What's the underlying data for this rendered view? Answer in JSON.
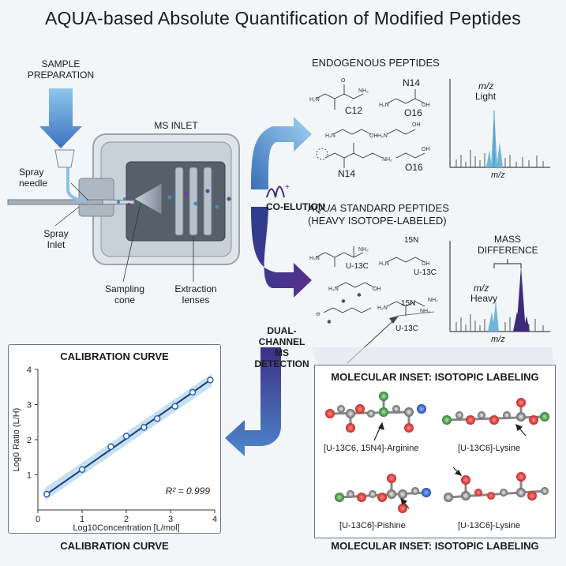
{
  "title": "AQUA-based Absolute Quantification of Modified Peptides",
  "sample_prep": {
    "line1": "SAMPLE",
    "line2": "PREPARATION"
  },
  "ms_inlet": "MS INLET",
  "spray_needle": {
    "line1": "Spray",
    "line2": "needle"
  },
  "spray_inlet": {
    "line1": "Spray",
    "line2": "Inlet"
  },
  "sampling_cone": {
    "line1": "Sampling",
    "line2": "cone"
  },
  "extraction_lenses": {
    "line1": "Extraction",
    "line2": "lenses"
  },
  "co_elution": "CO-ELUTION",
  "endogenous": {
    "title": "ENDOGENOUS PEPTIDES",
    "labels": [
      "C12",
      "N14",
      "O16",
      "N14",
      "O16"
    ],
    "spectrum": {
      "mz_label": "m/z",
      "light_label": "Light",
      "axis_label": "m/z"
    }
  },
  "aqua": {
    "title_italic": "AQUA",
    "title_rest": " STANDARD PEPTIDES",
    "subtitle": "(HEAVY ISOTOPE-LABELED)",
    "labels": [
      "U-13C",
      "15N",
      "U-13C",
      "15N",
      "U-13C"
    ],
    "spectrum": {
      "mass_line1": "MASS",
      "mass_line2": "DIFFERENCE",
      "mz_label": "m/z",
      "heavy_label": "Heavy",
      "axis_label": "m/z"
    }
  },
  "detection": {
    "line1": "DUAL-CHANNEL",
    "line2": "MS DETECTION"
  },
  "calibration": {
    "title": "CALIBRATION CURVE",
    "bottom_title": "CALIBRATION CURVE",
    "r2": "R² = 0.999",
    "xlabel": "Log10Concentration [L/mol]",
    "ylabel": "Log0 Ratio (L/H)"
  },
  "chart_data": {
    "type": "scatter",
    "title": "CALIBRATION CURVE",
    "xlabel": "Log10Concentration [L/mol]",
    "ylabel": "Log0 Ratio (L/H)",
    "xlim": [
      0,
      4
    ],
    "ylim": [
      0,
      4
    ],
    "xticks": [
      0,
      1,
      2,
      3,
      4
    ],
    "yticks": [
      1,
      2,
      3,
      4
    ],
    "series": [
      {
        "x": [
          0.2,
          1.0,
          1.65,
          2.0,
          2.4,
          2.7,
          3.1,
          3.5,
          3.9
        ],
        "y": [
          0.45,
          1.15,
          1.8,
          2.1,
          2.35,
          2.6,
          2.95,
          3.35,
          3.7
        ]
      }
    ],
    "annotation": "R² = 0.999",
    "grid": false
  },
  "molecular_inset": {
    "title": "MOLECULAR INSET: ISOTOPIC LABELING",
    "bottom_title": "MOLECULAR INSET: ISOTOPIC LABELING",
    "molecules": [
      {
        "label": "[U-13C6, 15N4]-Arginine"
      },
      {
        "label": "[U-13C6]-Lysine"
      },
      {
        "label": "[U-13C6]-Pishine"
      },
      {
        "label": "[U-13C6]-Lysine"
      }
    ]
  },
  "colors": {
    "light_blue": "#6fb6dc",
    "purple": "#3d2a78",
    "arrow_blue": "#4a86c8"
  }
}
